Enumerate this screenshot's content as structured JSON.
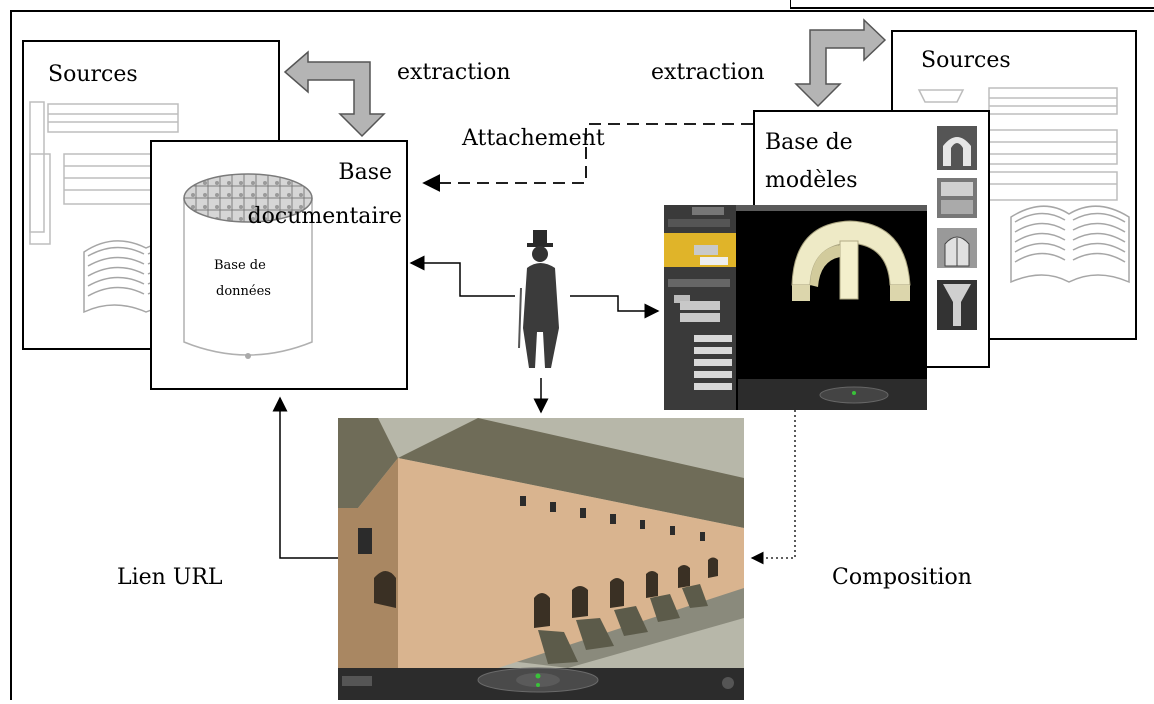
{
  "diagram": {
    "sources_left": "Sources",
    "sources_right": "Sources",
    "extraction_left": "extraction",
    "extraction_right": "extraction",
    "attachement": "Attachement",
    "base_doc_line1": "Base",
    "base_doc_line2": "documentaire",
    "bdd_line1": "Base de",
    "bdd_line2": "données",
    "base_modeles_line1": "Base de",
    "base_modeles_line2": "modèles",
    "lien_url": "Lien URL",
    "composition": "Composition"
  },
  "colors": {
    "arrow_fill": "#b4b4b4",
    "line": "#000000",
    "facade": "#d9b48f",
    "facade_shadow": "#a98762",
    "roof": "#6f6c58",
    "ground": "#8a8a7c",
    "sky": "#b7b7a9",
    "toolbar": "#2c2c2c",
    "viewer_bg": "#000000",
    "arch": "#eeeac6",
    "panel_yellow": "#e0b429"
  },
  "icons": [
    "person-silhouette-icon",
    "arch-model-icon",
    "database-cylinder-icon",
    "open-book-icon",
    "bent-arrow-icon"
  ]
}
